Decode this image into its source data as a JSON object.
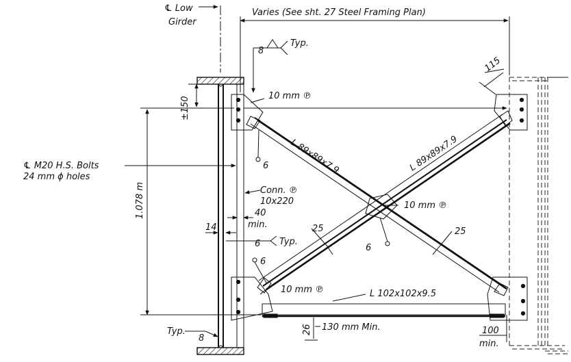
{
  "labels": {
    "cl_low_girder_line1": "℄ Low",
    "cl_low_girder_line2": "Girder",
    "varies": "Varies (See sht. 27 Steel Framing Plan)",
    "weld_size_top": "8",
    "typ_top": "Typ.",
    "dim_115": "115",
    "plate_10mm_top": "10 mm ℗",
    "dim_150": "±150",
    "angle_left": "L 89x89x7.9",
    "angle_right": "L 89x89x7.9",
    "bolts_line1": "℄ M20 H.S. Bolts",
    "bolts_line2": "24 mm ϕ holes",
    "weld_6_upper": "6",
    "dim_1078": "1.078 m",
    "conn_plate_line1": "Conn. ℗",
    "conn_plate_line2": "10x220",
    "dim_40_line1": "40",
    "dim_40_line2": "min.",
    "plate_10mm_center": "10 mm ℗",
    "dim_14": "14",
    "weld_6_typ": "6",
    "typ_mid": "Typ.",
    "dim_25_left": "25",
    "dim_25_right": "25",
    "weld_6_center": "6",
    "weld_6_lower": "6",
    "plate_10mm_bottom": "10 mm ℗",
    "angle_bottom": "L 102x102x9.5",
    "typ_bottom": "Typ.",
    "weld_size_bottom": "8",
    "dim_26": "26",
    "dim_130": "130 mm Min.",
    "dim_100_line1": "100",
    "dim_100_line2": "min."
  }
}
